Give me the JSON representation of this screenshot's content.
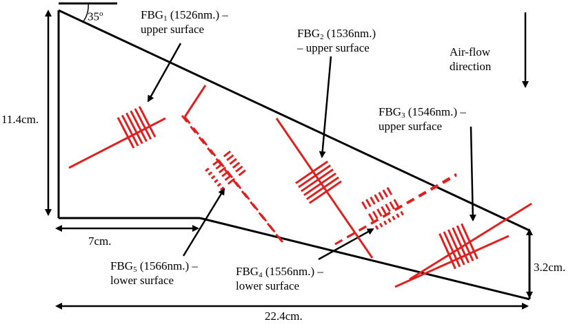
{
  "colors": {
    "outline": "#000000",
    "sensor": "#e21f1f",
    "background": "#ffffff"
  },
  "angle": {
    "value": "35",
    "unit": "o"
  },
  "dimensions": {
    "height_left": "11.4cm.",
    "width_top_step": "7cm.",
    "height_right": "3.2cm.",
    "width_total": "22.4cm."
  },
  "airflow": {
    "line1": "Air-flow",
    "line2": "direction"
  },
  "sensors": [
    {
      "prefix": "FBG",
      "index": "1",
      "wavelength": " (1526nm.) –",
      "surface": "upper surface",
      "surface_prefix": "",
      "dashed": false
    },
    {
      "prefix": "FBG",
      "index": "2",
      "wavelength": " (1536nm.)",
      "surface": "upper surface",
      "surface_prefix": "– ",
      "dashed": false
    },
    {
      "prefix": "FBG",
      "index": "3",
      "wavelength": " (1546nm.) –",
      "surface": "upper surface",
      "surface_prefix": "",
      "dashed": false
    },
    {
      "prefix": "FBG",
      "index": "4",
      "wavelength": " (1556nm.) –",
      "surface": "lower surface",
      "surface_prefix": "",
      "dashed": true
    },
    {
      "prefix": "FBG",
      "index": "5",
      "wavelength": " (1566nm.) –",
      "surface": "lower surface",
      "surface_prefix": "",
      "dashed": true
    }
  ]
}
